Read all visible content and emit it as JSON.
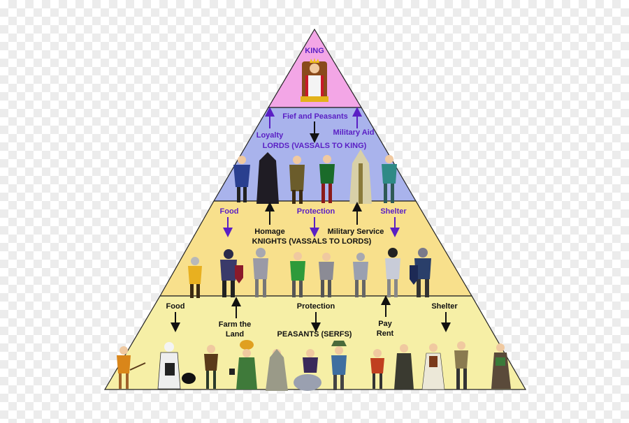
{
  "pyramid": {
    "king": {
      "title": "KING"
    },
    "lords": {
      "grant": "Fief and Peasants",
      "loyalty": "Loyalty",
      "military_aid": "Military Aid",
      "title": "LORDS (VASSALS TO KING)"
    },
    "knights": {
      "food": "Food",
      "protection": "Protection",
      "shelter": "Shelter",
      "homage": "Homage",
      "military_service": "Military Service",
      "title": "KNIGHTS (VASSALS TO LORDS)"
    },
    "peasants": {
      "food": "Food",
      "protection": "Protection",
      "shelter": "Shelter",
      "farm_line1": "Farm the",
      "farm_line2": "Land",
      "pay_line1": "Pay",
      "pay_line2": "Rent",
      "title": "PEASANTS (SERFS)"
    }
  },
  "colors": {
    "king_tier": "#f3a6e6",
    "lords_tier": "#a9b3ec",
    "knights_tier": "#f8e08c",
    "peasants_tier": "#f6efa6",
    "purple_text": "#5a1fc4"
  }
}
